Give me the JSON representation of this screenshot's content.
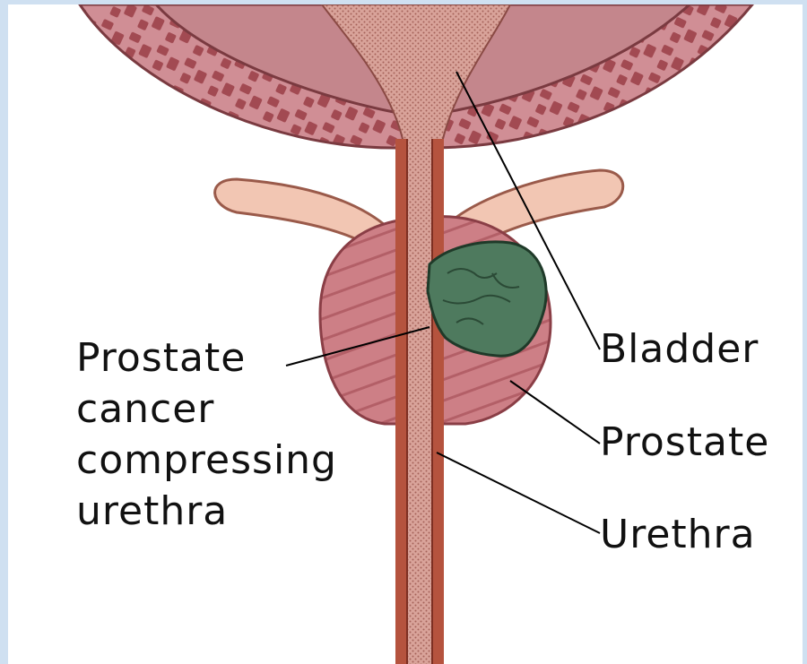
{
  "labels": {
    "cancer_line1": "Prostate",
    "cancer_line2": "cancer",
    "cancer_line3": "compressing",
    "cancer_line4": "urethra",
    "bladder": "Bladder",
    "prostate": "Prostate",
    "urethra": "Urethra"
  },
  "colors": {
    "background": "#cfe0f1",
    "bladder": "#c4868c",
    "muscle": "#d08e95",
    "muscle_stripes": "#a24a52",
    "seminal": "#f2c6b3",
    "prostate": "#cd7f86",
    "tumor": "#4e7a5e",
    "urethra_wall": "#b5533e",
    "urethra_lumen": "#d99a90",
    "leader_line": "#000000"
  }
}
